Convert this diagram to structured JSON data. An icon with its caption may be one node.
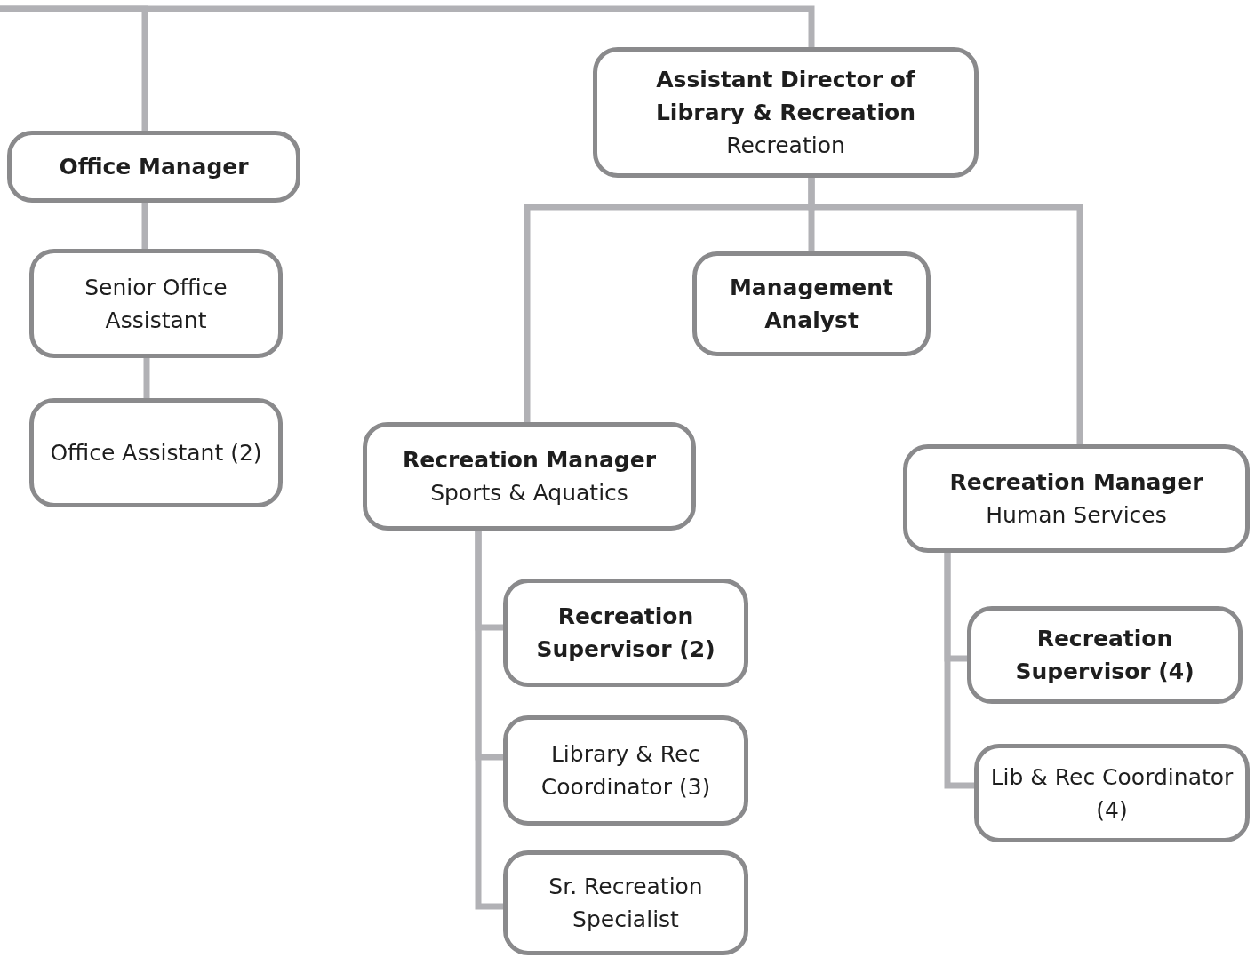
{
  "diagram": {
    "nodes": [
      {
        "text": [
          "Office Manager"
        ]
      },
      {
        "text": [
          "Senior Office Assistant"
        ]
      },
      {
        "text": [
          "Office Assistant (2)"
        ]
      },
      {
        "text": [
          "Assistant Director of Library & Recreation",
          "Recreation"
        ]
      },
      {
        "text": [
          "Management Analyst"
        ]
      },
      {
        "text": [
          "Recreation Manager",
          "Sports & Aquatics"
        ]
      },
      {
        "text": [
          "Recreation Manager",
          "Human Services"
        ]
      },
      {
        "text": [
          "Recreation Supervisor (2)"
        ]
      },
      {
        "text": [
          "Library & Rec Coordinator (3)"
        ]
      },
      {
        "text": [
          "Sr. Recreation Specialist"
        ]
      },
      {
        "text": [
          "Recreation Supervisor (4)"
        ]
      },
      {
        "text": [
          "Lib & Rec Coordinator (4)"
        ]
      }
    ],
    "edges": [
      {
        "from": null,
        "to": 0,
        "arrow": "none"
      },
      {
        "from": null,
        "to": 3,
        "arrow": "none"
      },
      {
        "from": 0,
        "to": 1,
        "arrow": "none"
      },
      {
        "from": 1,
        "to": 2,
        "arrow": "none"
      },
      {
        "from": 3,
        "to": 4,
        "arrow": "none"
      },
      {
        "from": 3,
        "to": 5,
        "arrow": "none"
      },
      {
        "from": 3,
        "to": 6,
        "arrow": "none"
      },
      {
        "from": 5,
        "to": 7,
        "arrow": "none"
      },
      {
        "from": 5,
        "to": 8,
        "arrow": "none"
      },
      {
        "from": 5,
        "to": 9,
        "arrow": "none"
      },
      {
        "from": 6,
        "to": 10,
        "arrow": "none"
      },
      {
        "from": 6,
        "to": 11,
        "arrow": "none"
      }
    ]
  }
}
